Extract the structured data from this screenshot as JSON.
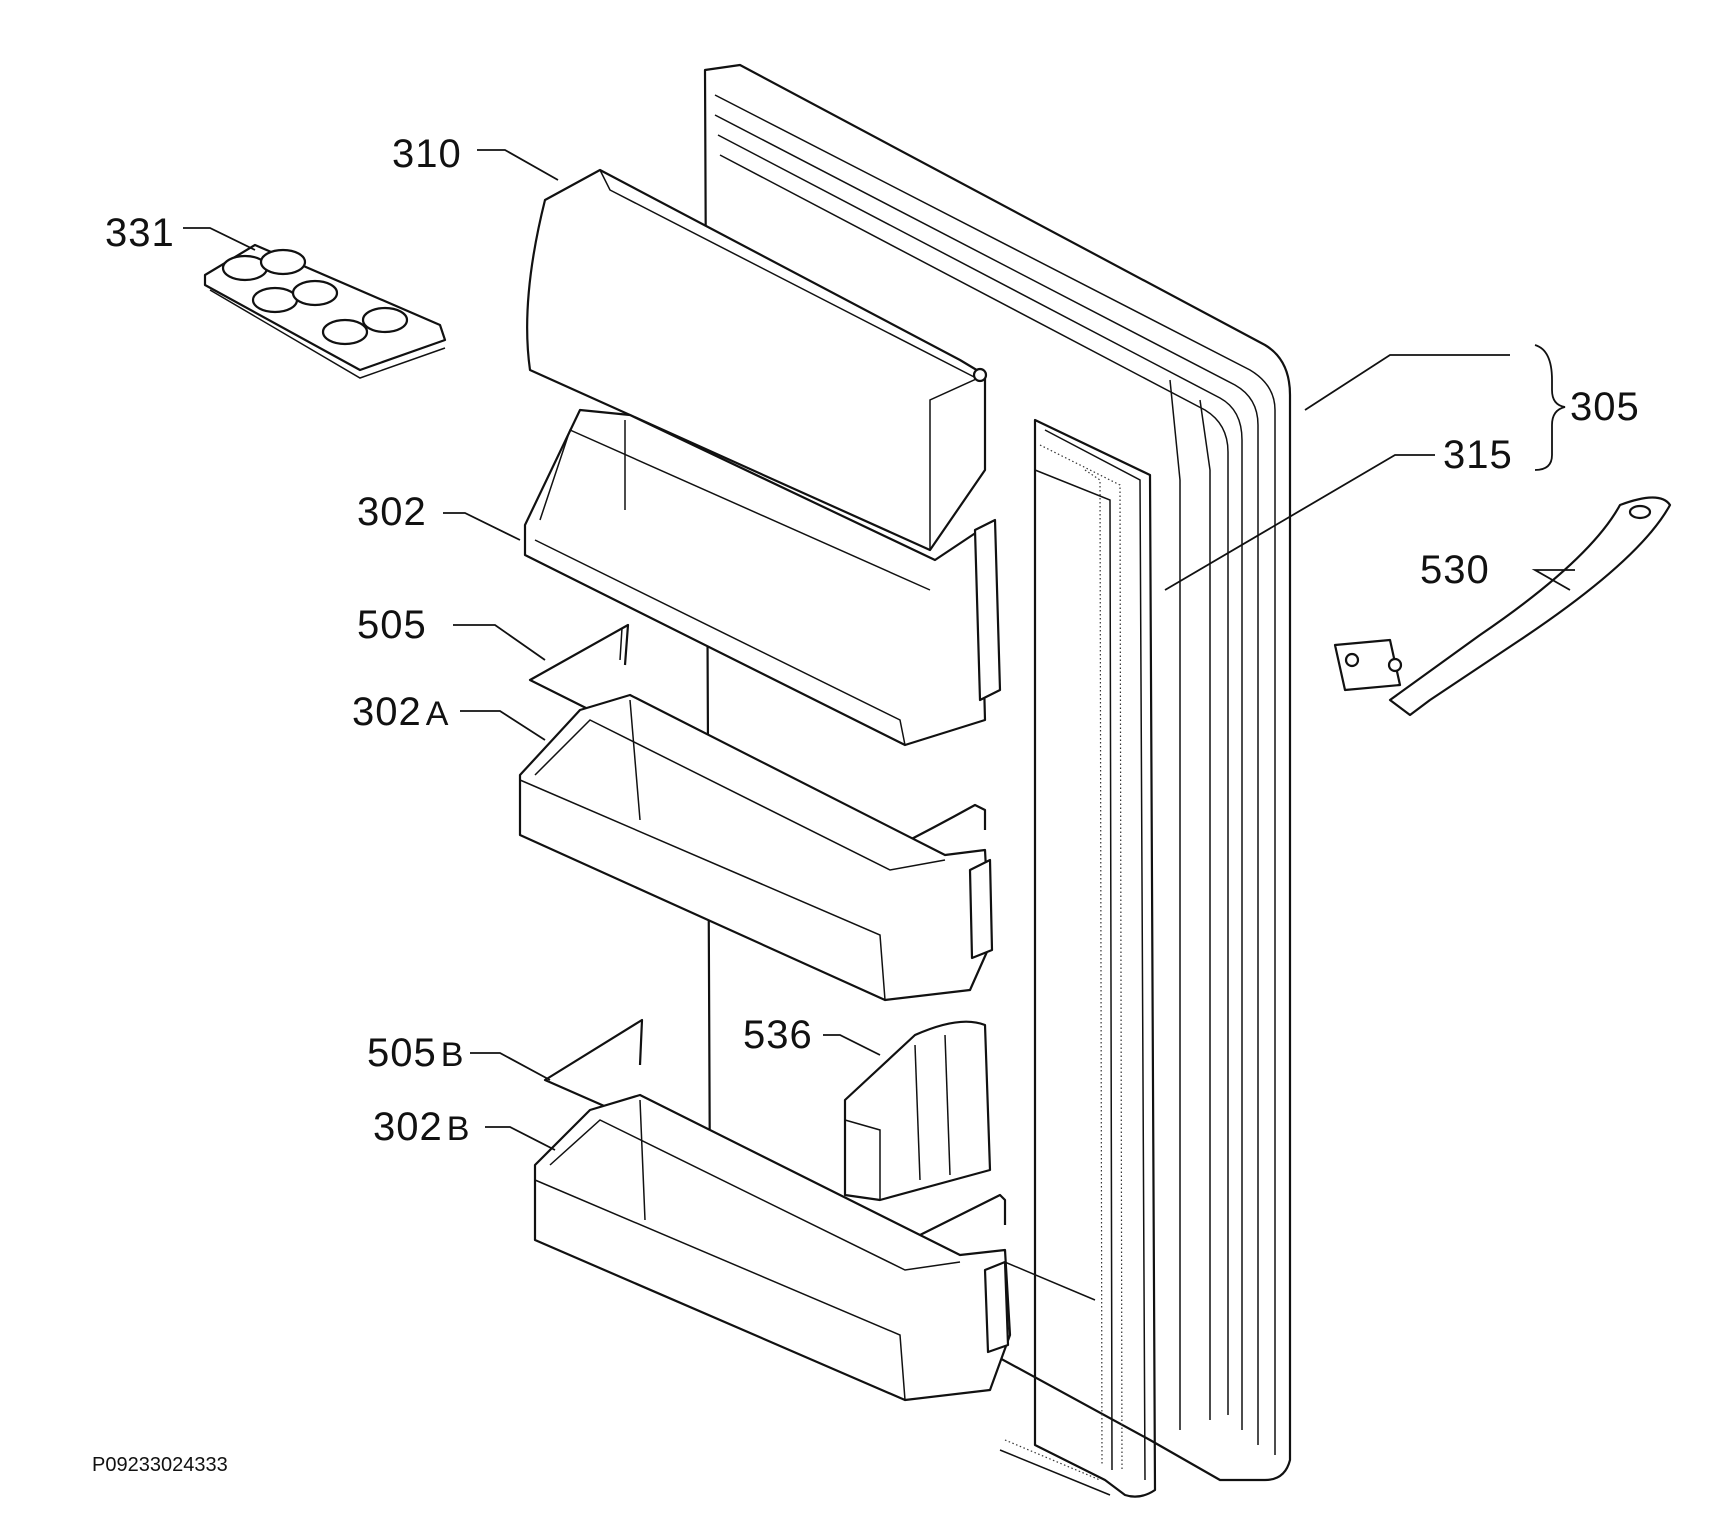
{
  "callouts": {
    "c310": "310",
    "c331": "331",
    "c302": "302",
    "c505": "505",
    "c302a": "302",
    "c302a_suffix": "A",
    "c505b": "505",
    "c505b_suffix": "B",
    "c302b": "302",
    "c302b_suffix": "B",
    "c536": "536",
    "c305": "305",
    "c315": "315",
    "c530": "530"
  },
  "drawing_code": "P09233024333",
  "colors": {
    "line": "#111111",
    "paper": "#ffffff"
  }
}
